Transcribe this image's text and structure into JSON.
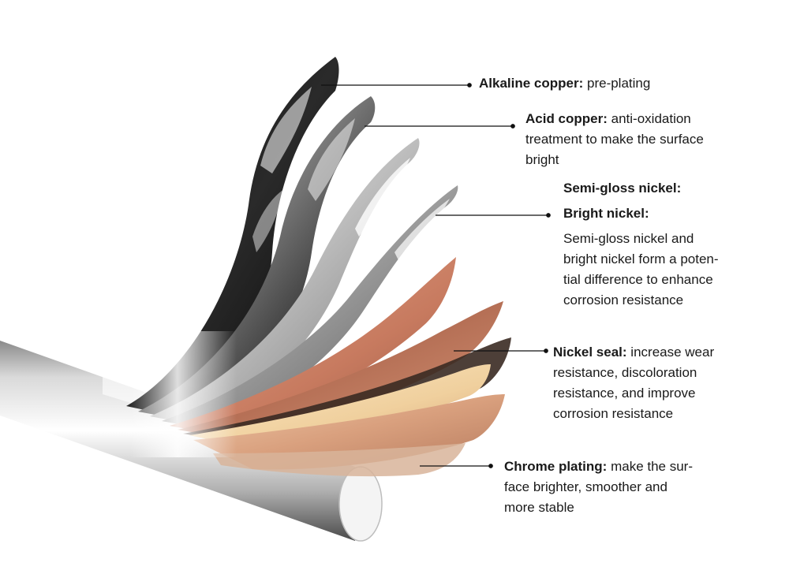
{
  "layers": [
    {
      "title": "Alkaline copper:",
      "description_lines": [
        "pre-plating"
      ]
    },
    {
      "title": "Acid copper:",
      "description_lines": [
        "anti-oxidation",
        "treatment to  make the surface",
        "bright"
      ]
    },
    {
      "titles": [
        "Semi-gloss nickel:",
        "Bright nickel:"
      ],
      "description_lines": [
        "Semi-gloss nickel and",
        "bright nickel form a poten-",
        "tial difference to enhance",
        "corrosion resistance"
      ]
    },
    {
      "title": "Nickel seal:",
      "description_lines": [
        "increase wear",
        "resistance, discoloration",
        "resistance, and improve",
        "corrosion resistance"
      ]
    },
    {
      "title": "Chrome plating:",
      "description_lines": [
        "make the sur-",
        "face brighter, smoother and",
        "more stable"
      ]
    }
  ],
  "colors": {
    "text": "#1a1a1a",
    "leader_line": "#111111",
    "copper": "#c9826a",
    "copper_light": "#e8b89a",
    "chrome_dark": "#1c1c1c"
  }
}
